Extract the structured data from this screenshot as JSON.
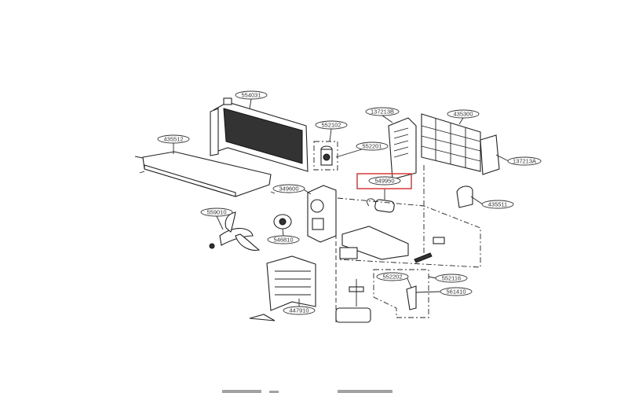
{
  "diagram": {
    "highlight_color": "#d9383a",
    "highlighted_part": "549950",
    "callouts": [
      {
        "id": "c554031",
        "label": "554031"
      },
      {
        "id": "c552102",
        "label": "552102"
      },
      {
        "id": "c435512",
        "label": "435512"
      },
      {
        "id": "c349600",
        "label": "349600"
      },
      {
        "id": "c559010",
        "label": "559010"
      },
      {
        "id": "c546810",
        "label": "546810"
      },
      {
        "id": "c137213B",
        "label": "137213B"
      },
      {
        "id": "c435300",
        "label": "435300"
      },
      {
        "id": "c552201",
        "label": "552201"
      },
      {
        "id": "c137213A",
        "label": "137213A"
      },
      {
        "id": "c549950",
        "label": "549950"
      },
      {
        "id": "c435511",
        "label": "435511"
      },
      {
        "id": "c552202",
        "label": "552202"
      },
      {
        "id": "c552116",
        "label": "552116"
      },
      {
        "id": "c561410",
        "label": "561410"
      },
      {
        "id": "c447910",
        "label": "447910"
      }
    ]
  }
}
